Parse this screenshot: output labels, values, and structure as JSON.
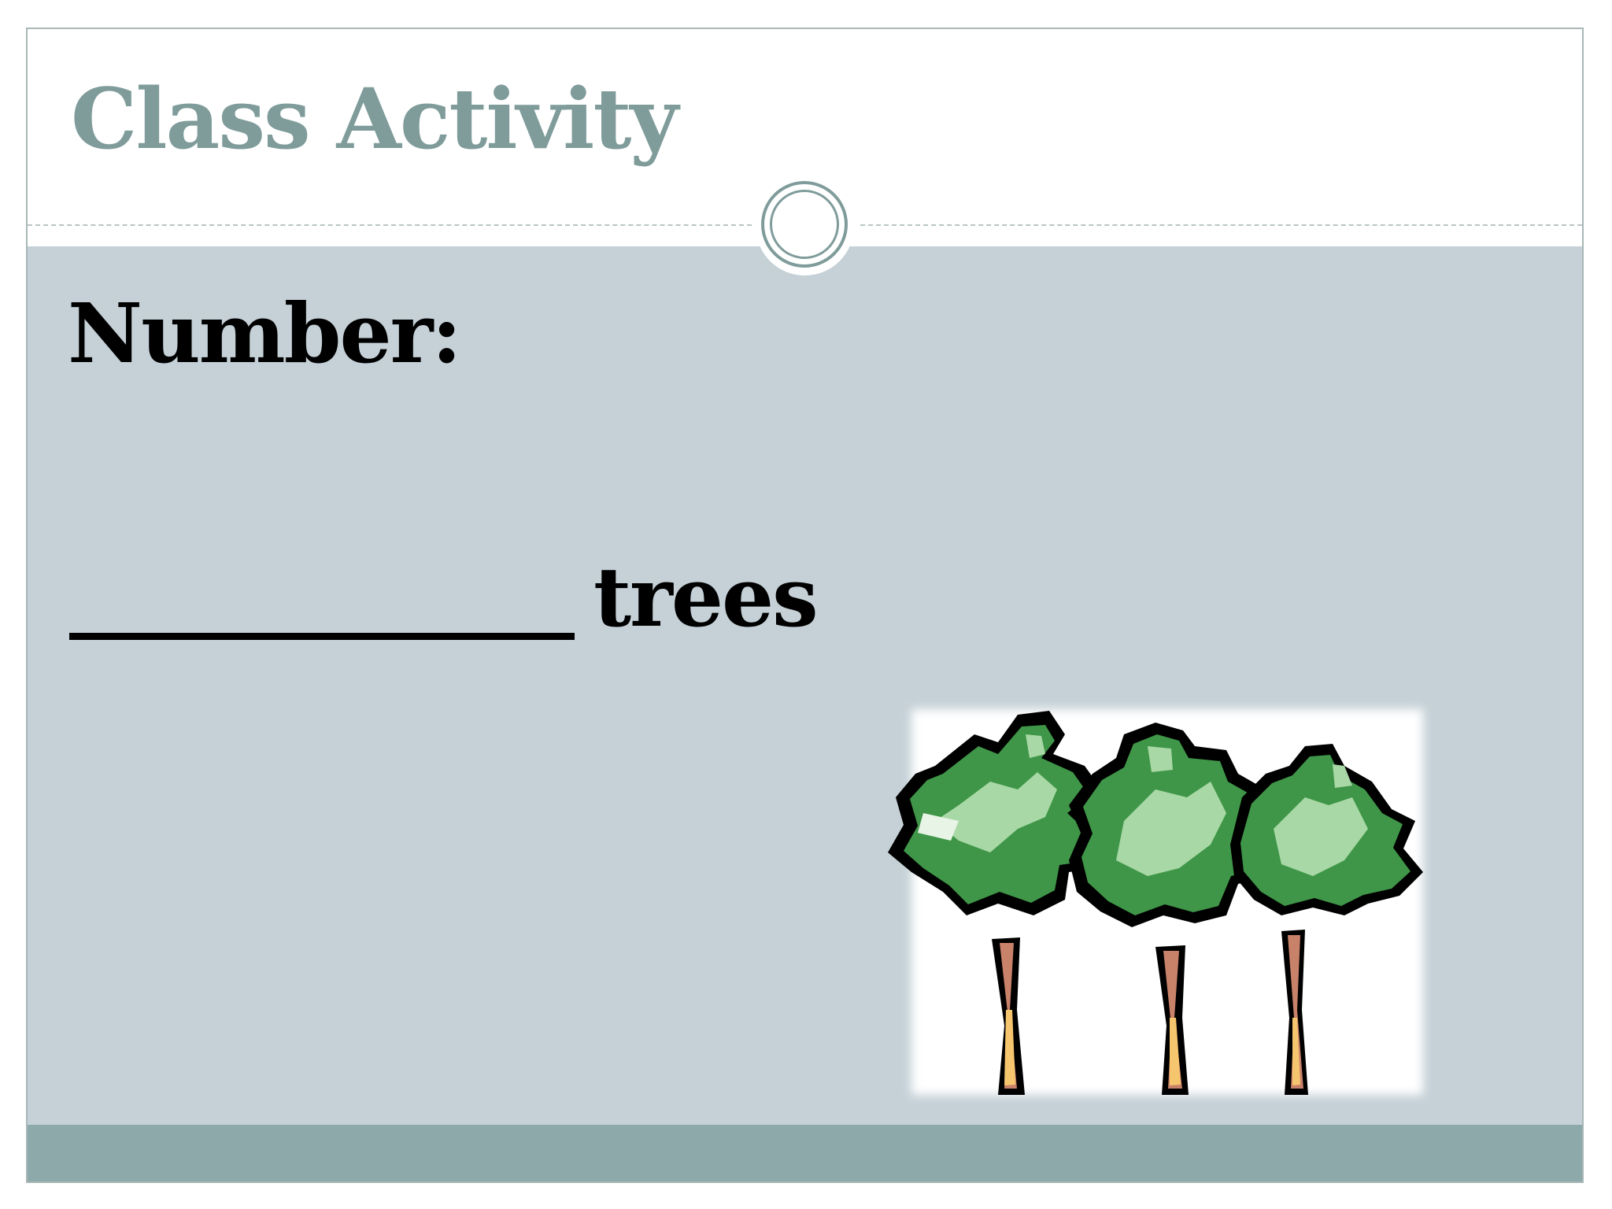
{
  "slide": {
    "title": "Class Activity",
    "number_label": "Number:",
    "answer_blank": "",
    "trees_label": "trees"
  },
  "image": {
    "icon": "trees-clipart-icon"
  },
  "colors": {
    "title": "#7f9c9b",
    "body_background": "#c5d1d7",
    "footer": "#8ea9a9",
    "tree_green": "#3f9648",
    "tree_light_green": "#a8d8a5"
  }
}
